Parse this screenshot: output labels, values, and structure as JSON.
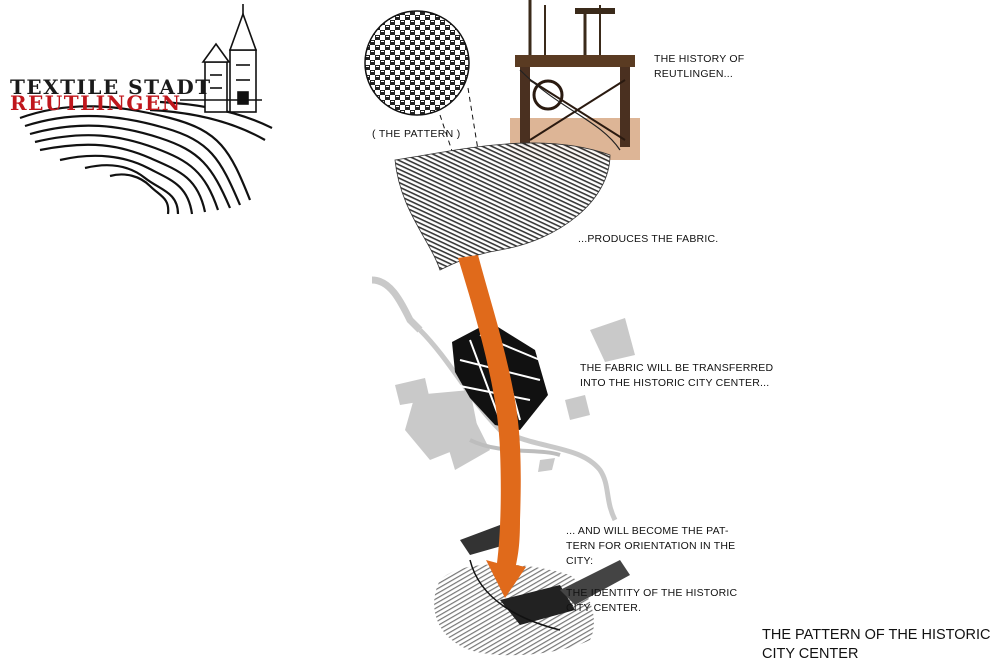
{
  "logo": {
    "line1": "TEXTILE STADT",
    "line2": "REUTLINGEN",
    "color_dark": "#1a1a1a",
    "color_red": "#c0161c"
  },
  "pattern": {
    "caption": "( THE PATTERN )"
  },
  "steps": {
    "history": [
      "THE HISTORY OF",
      "REUTLINGEN..."
    ],
    "fabric": [
      "...PRODUCES THE FABRIC."
    ],
    "transfer": [
      "THE FABRIC WILL BE TRANSFERRED",
      "INTO THE HISTORIC CITY CENTER..."
    ],
    "orientation": [
      "... AND WILL BECOME THE PAT-",
      "TERN FOR ORIENTATION IN THE",
      "CITY:"
    ],
    "identity": [
      "THE IDENTITY OF THE HISTORIC",
      "CITY CENTER."
    ]
  },
  "title": [
    "THE PATTERN OF THE HISTORIC",
    "CITY CENTER"
  ],
  "colors": {
    "arrow": "#e06a1b",
    "map_grey": "#c9c9c9",
    "machine_sepia": "#c9926a",
    "ink": "#111111"
  }
}
